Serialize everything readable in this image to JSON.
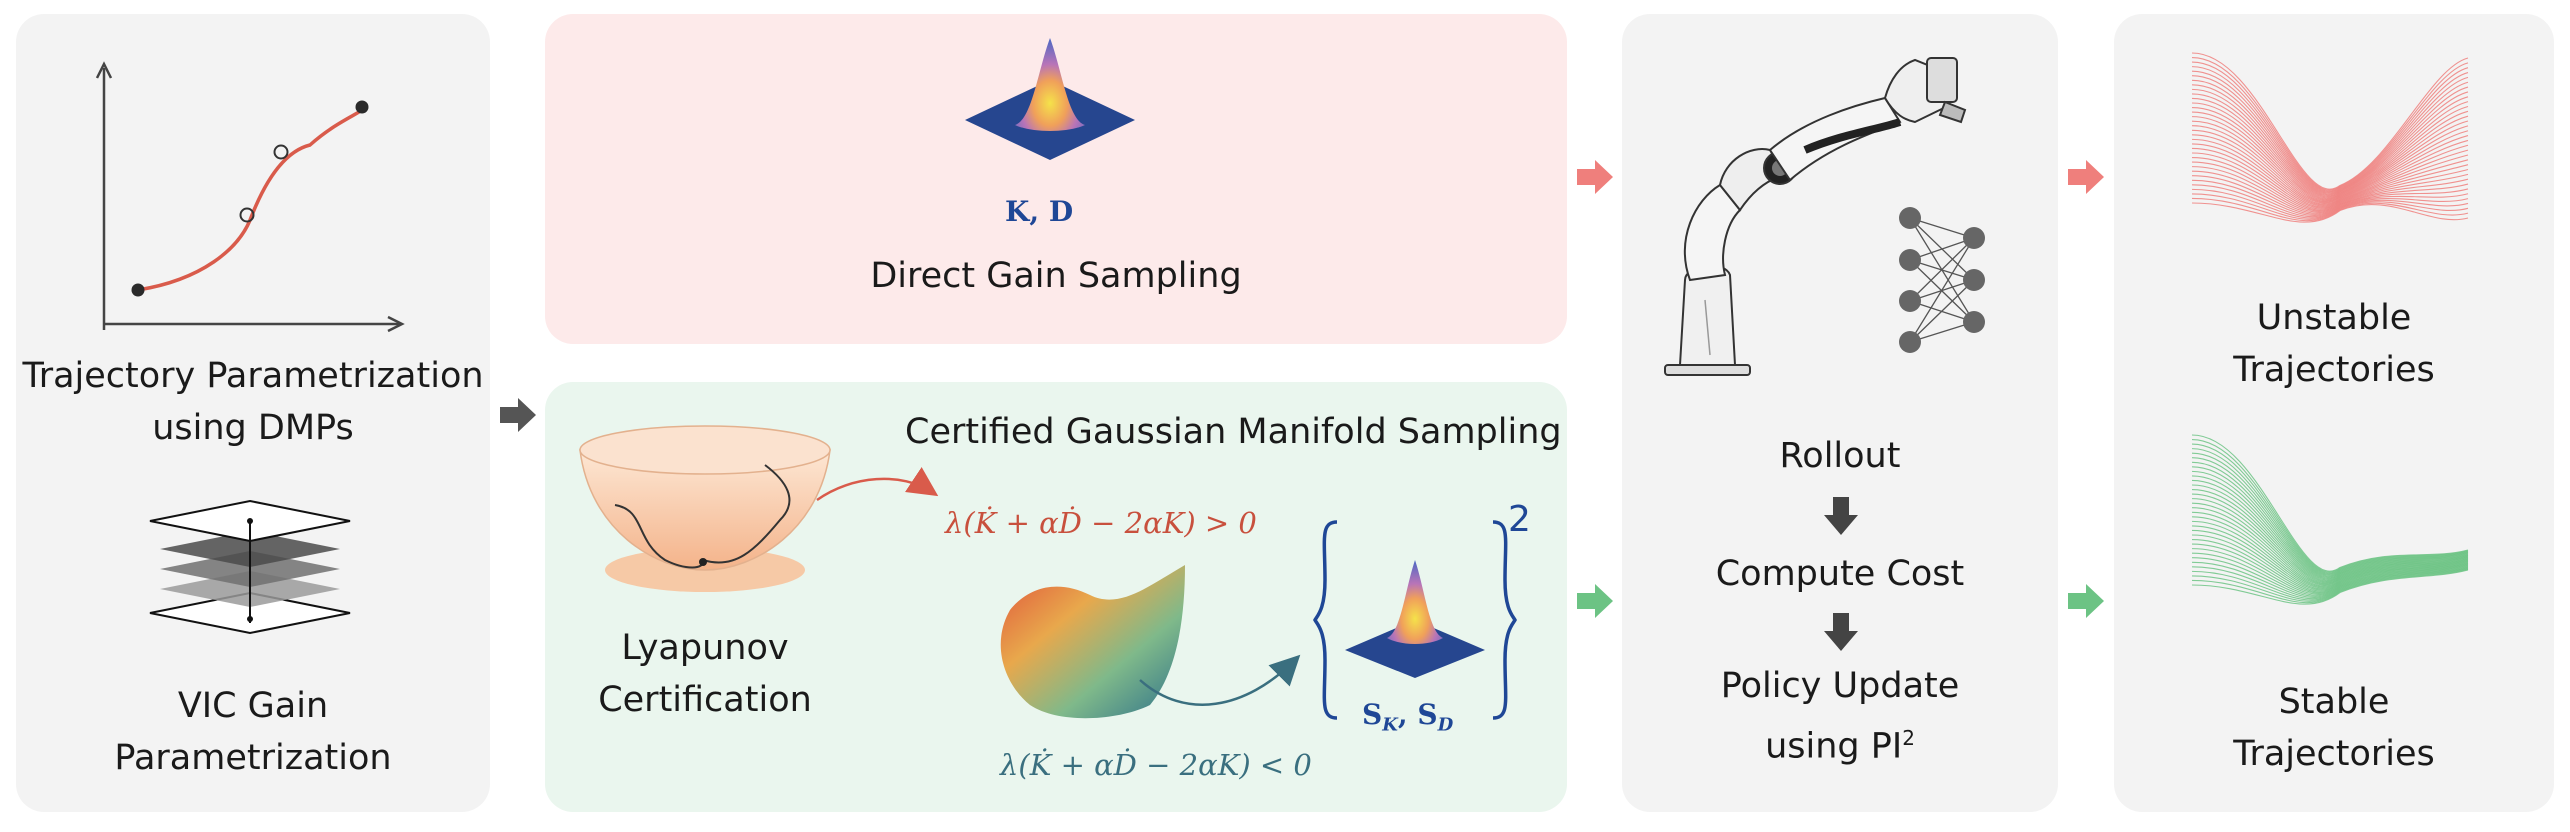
{
  "trajectory_param": {
    "line1": "Trajectory Parametrization",
    "line2": "using DMPs"
  },
  "vic_gain": {
    "line1": "VIC Gain",
    "line2": "Parametrization"
  },
  "direct": {
    "gain_label": "K, D",
    "title": "Direct Gain Sampling"
  },
  "certified": {
    "title": "Certified Gaussian Manifold Sampling",
    "lyapunov_line1": "Lyapunov",
    "lyapunov_line2": "Certification",
    "condition_positive": "λ(K̇ + αḊ − 2αK) > 0",
    "condition_negative": "λ(K̇ + αḊ − 2αK) < 0",
    "superscript": "2",
    "gain_label": "S_K, S_D",
    "gain_label_sk": "S",
    "gain_label_k": "K",
    "gain_label_sd": "S",
    "gain_label_d": "D"
  },
  "pipeline": {
    "rollout": "Rollout",
    "compute_cost": "Compute Cost",
    "policy_update_line1": "Policy Update",
    "policy_update_line2": "using PI",
    "pi_superscript": "2"
  },
  "results": {
    "unstable_line1": "Unstable",
    "unstable_line2": "Trajectories",
    "stable_line1": "Stable",
    "stable_line2": "Trajectories"
  },
  "colors": {
    "red_accent": "#e06a68",
    "green_accent": "#6cc384",
    "navy": "#1f4796",
    "curve_red": "#d95b4b",
    "teal": "#3a6f7f"
  }
}
